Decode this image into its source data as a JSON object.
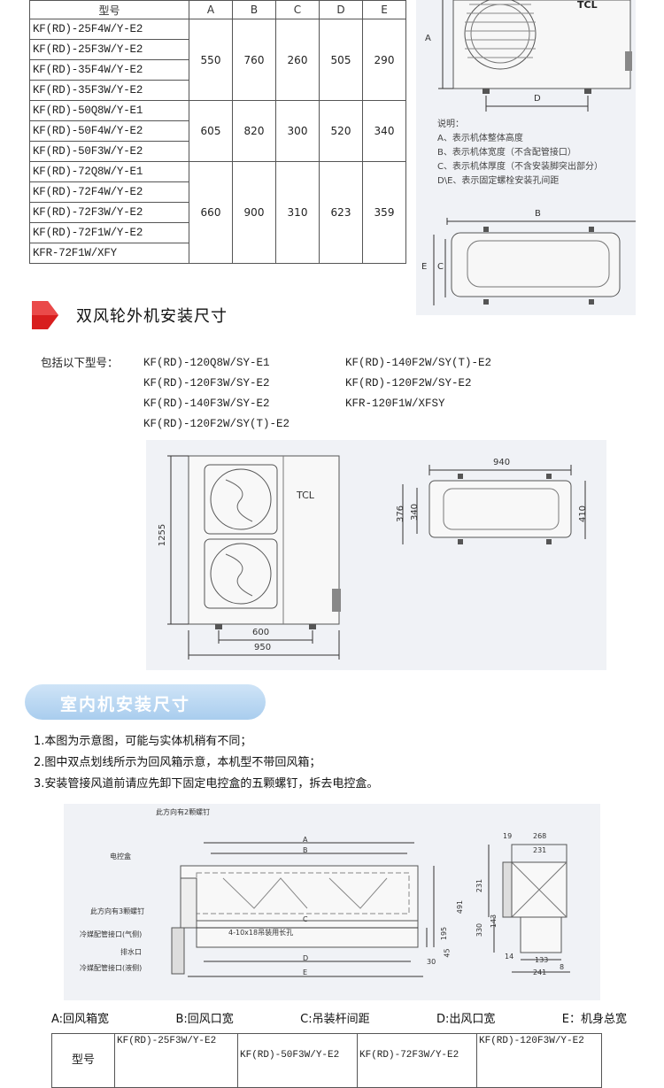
{
  "top_table": {
    "headers": [
      "型号",
      "A",
      "B",
      "C",
      "D",
      "E"
    ],
    "groups": [
      {
        "models": [
          "KF(RD)-25F4W/Y-E2",
          "KF(RD)-25F3W/Y-E2",
          "KF(RD)-35F4W/Y-E2",
          "KF(RD)-35F3W/Y-E2"
        ],
        "values": [
          "550",
          "760",
          "260",
          "505",
          "290"
        ]
      },
      {
        "models": [
          "KF(RD)-50Q8W/Y-E1",
          "KF(RD)-50F4W/Y-E2",
          "KF(RD)-50F3W/Y-E2"
        ],
        "values": [
          "605",
          "820",
          "300",
          "520",
          "340"
        ]
      },
      {
        "models": [
          "KF(RD)-72Q8W/Y-E1",
          "KF(RD)-72F4W/Y-E2",
          "KF(RD)-72F3W/Y-E2",
          "KF(RD)-72F1W/Y-E2",
          "KFR-72F1W/XFY"
        ],
        "values": [
          "660",
          "900",
          "310",
          "623",
          "359"
        ]
      }
    ]
  },
  "top_diagram": {
    "brand": "TCL",
    "dim_a": "A",
    "dim_d": "D",
    "dim_b": "B",
    "dim_b2": "B",
    "dim_e": "E",
    "dim_c": "C",
    "notes_title": "说明：",
    "notes": [
      "A、表示机体整体高度",
      "B、表示机体宽度（不含配管接口）",
      "C、表示机体厚度（不含安装脚突出部分）",
      "D\\E、表示固定螺栓安装孔间距"
    ]
  },
  "section1": {
    "title": "双风轮外机安装尺寸",
    "includes_label": "包括以下型号：",
    "models_col1": [
      "KF(RD)-120Q8W/SY-E1",
      "KF(RD)-120F3W/SY-E2",
      "KF(RD)-140F3W/SY-E2",
      "KF(RD)-120F2W/SY(T)-E2"
    ],
    "models_col2": [
      "KF(RD)-140F2W/SY(T)-E2",
      "KF(RD)-120F2W/SY-E2",
      "KFR-120F1W/XFSY"
    ],
    "diagram": {
      "brand": "TCL",
      "height": "1255",
      "width_inner": "600",
      "width": "950",
      "top_width": "940",
      "depth_outer": "376",
      "depth_inner": "340",
      "depth_right": "410"
    }
  },
  "section2": {
    "title": "室内机安装尺寸",
    "notes": [
      "1.本图为示意图，可能与实体机稍有不同；",
      "2.图中双点划线所示为回风箱示意，本机型不带回风箱；",
      "3.安装管接风道前请应先卸下固定电控盒的五颗螺钉，拆去电控盒。"
    ],
    "diagram": {
      "label_screws2": "此方向有2颗螺钉",
      "label_box": "电控盒",
      "label_screws3": "此方向有3颗螺钉",
      "label_gas": "冷媒配管接口(气侧)",
      "label_drain": "排水口",
      "label_liquid": "冷媒配管接口(液侧)",
      "label_holes": "4-10x18吊装用长孔",
      "dim_a": "A",
      "dim_b": "B",
      "dim_c": "C",
      "dim_d": "D",
      "dim_e": "E",
      "dim_491": "491",
      "dim_195": "195",
      "dim_30": "30",
      "dim_45": "45",
      "dim_19": "19",
      "dim_268": "268",
      "dim_231a": "231",
      "dim_231b": "231",
      "dim_143": "143",
      "dim_330": "330",
      "dim_14": "14",
      "dim_133": "133",
      "dim_8": "8",
      "dim_241": "241"
    },
    "legend": [
      "A:回风箱宽",
      "B:回风口宽",
      "C:吊装杆间距",
      "D:出风口宽",
      "E：机身总宽"
    ]
  },
  "bottom_table": {
    "header": "型号",
    "models": [
      "KF(RD)-25F3W/Y-E2",
      "KF(RD)-50F3W/Y-E2",
      "KF(RD)-72F3W/Y-E2",
      "KF(RD)-120F3W/Y-E2"
    ]
  }
}
